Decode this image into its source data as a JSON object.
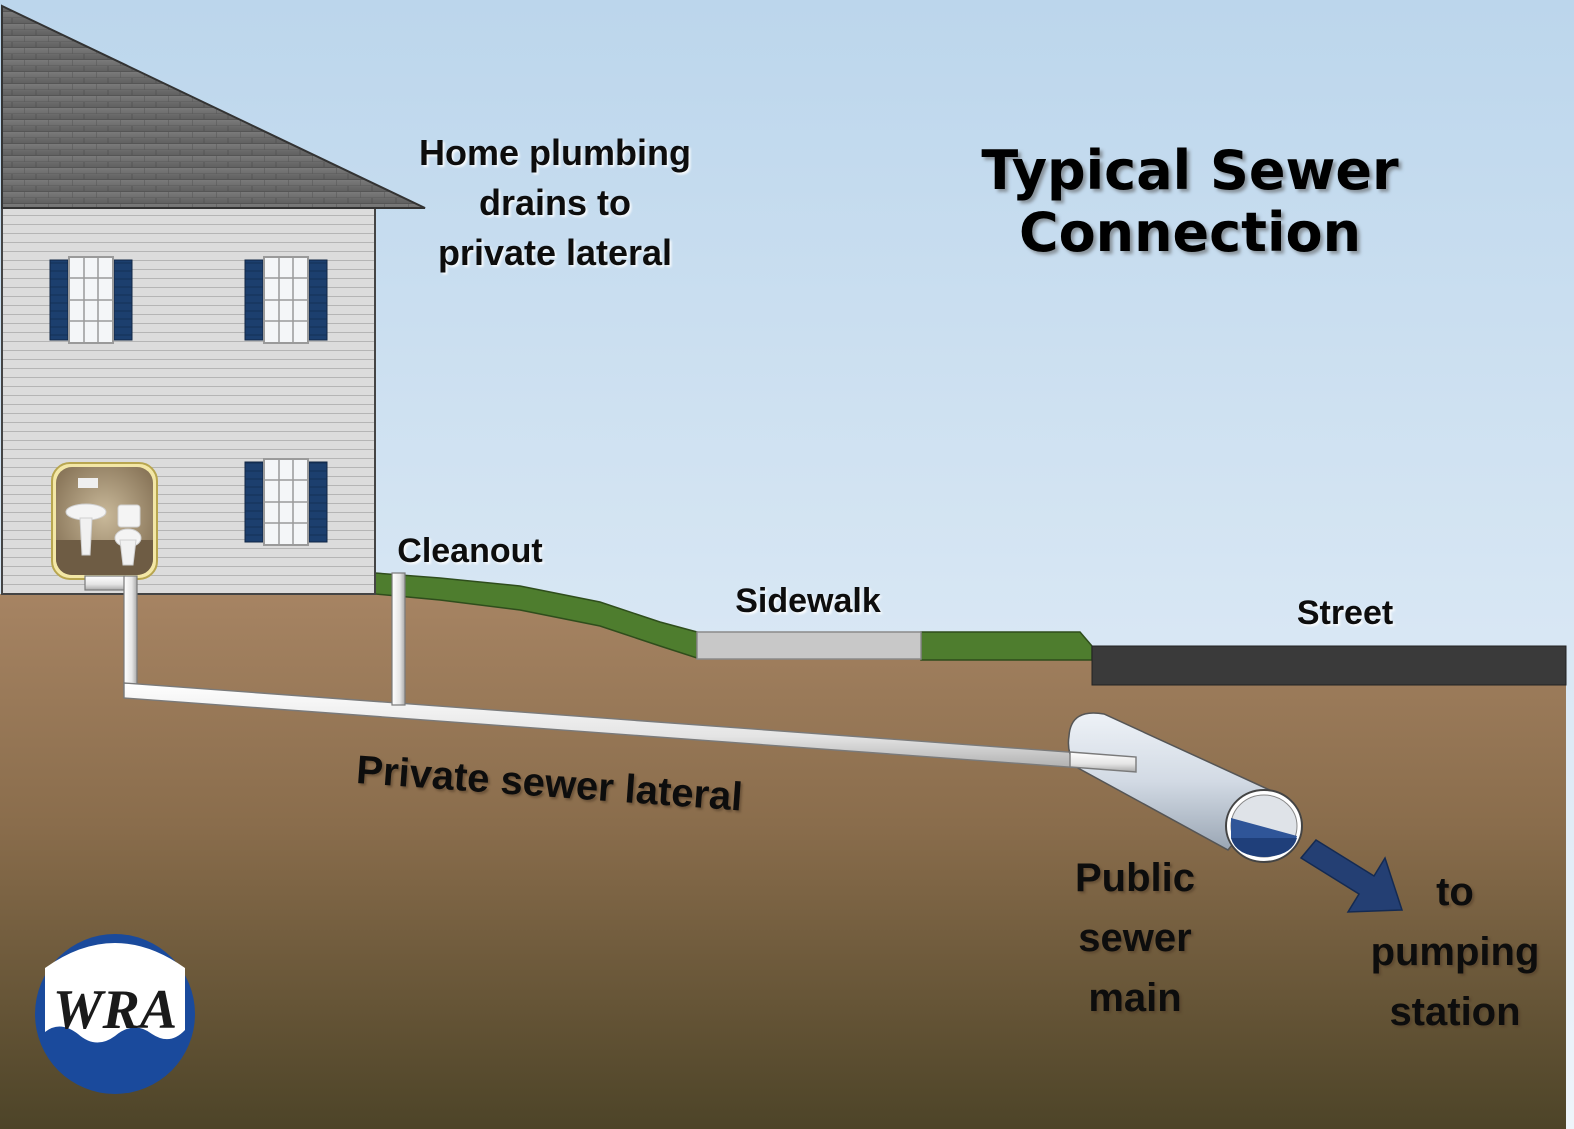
{
  "title": {
    "line1": "Typical Sewer",
    "line2": "Connection"
  },
  "labels": {
    "home_plumbing": [
      "Home plumbing",
      "drains to",
      "private lateral"
    ],
    "cleanout": "Cleanout",
    "sidewalk": "Sidewalk",
    "street": "Street",
    "private_lateral": "Private sewer lateral",
    "public_main": [
      "Public",
      "sewer",
      "main"
    ],
    "pumping": [
      "to",
      "pumping",
      "station"
    ]
  },
  "logo": {
    "text": "WRA"
  },
  "colors": {
    "sky_top": "#bcd6ec",
    "sky_bottom": "#eef4fa",
    "soil_top": "#a98665",
    "soil_bottom": "#4d4428",
    "grass": "#4e7d2e",
    "street": "#3a3a3a",
    "sidewalk": "#c8c8c8",
    "shutter": "#1c3f6e",
    "roof": "#6f6f6f",
    "siding": "#d9d9d9",
    "water": "#2f5598",
    "arrow": "#243f73",
    "logo_blue": "#1a4a9c"
  },
  "icons": {
    "bathroom": "bathroom-photo-icon",
    "flow_arrow": "flow-arrow-icon",
    "logo": "wra-logo-icon"
  }
}
